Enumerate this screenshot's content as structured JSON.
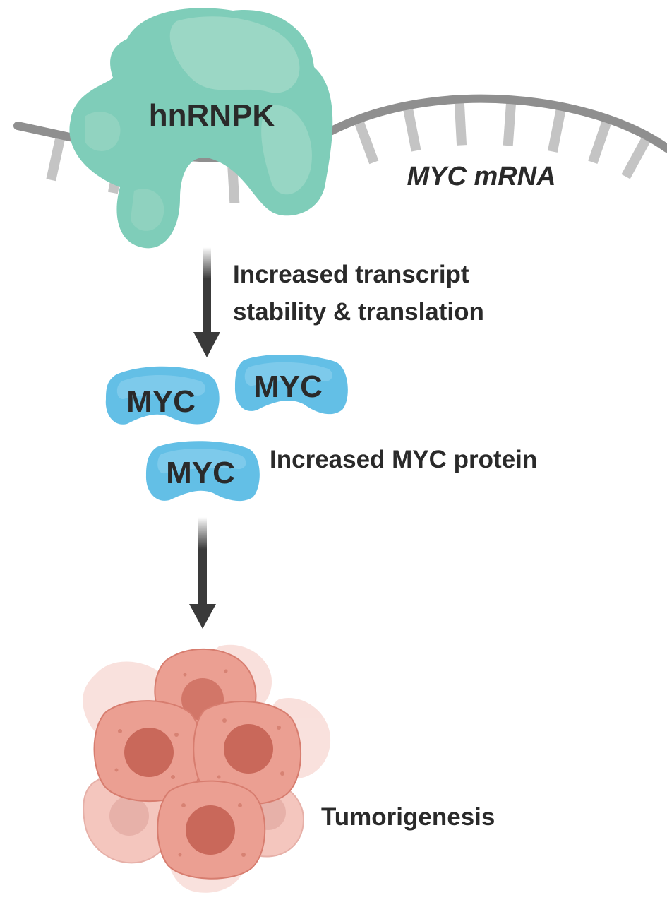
{
  "protein_label": "hnRNPK",
  "mrna_label": "MYC mRNA",
  "step1_line1": "Increased transcript",
  "step1_line2": "stability & translation",
  "myc_labels": [
    "MYC",
    "MYC",
    "MYC"
  ],
  "step2_label": "Increased MYC protein",
  "outcome_label": "Tumorigenesis",
  "colors": {
    "hnrnpk": "#7fcdb9",
    "myc": "#63bfe6",
    "cell": "#e8978a",
    "strand": "#8f8f8f",
    "arrow": "#3a3a3a",
    "text": "#2a2a2a"
  }
}
